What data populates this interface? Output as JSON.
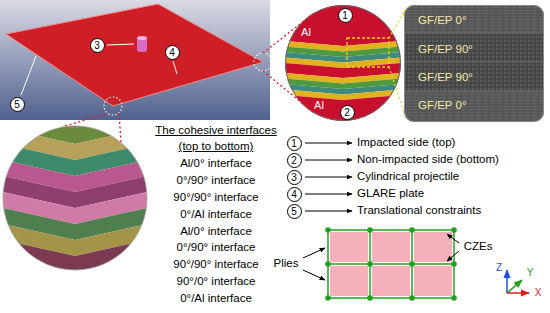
{
  "diagram": {
    "nodes": [
      {
        "text": [
          "3",
          "4",
          "5"
        ]
      },
      {
        "text": [
          "1",
          "Al",
          "Al",
          "2"
        ]
      },
      {
        "text": [
          "GF/EP 0°",
          "GF/EP 90°",
          "GF/EP 90°",
          "GF/EP 0°"
        ]
      }
    ],
    "edges": [
      {
        "from": 0,
        "to": 1,
        "arrow": "none"
      },
      {
        "from": 0,
        "to": 1,
        "arrow": "none"
      },
      {
        "from": 1,
        "to": 2,
        "arrow": "none"
      },
      {
        "from": 1,
        "to": 2,
        "arrow": "none"
      }
    ],
    "labels": [
      "The cohesive interfaces",
      "(top to bottom)",
      "Al/0° interface",
      "0°/90° interface",
      "90°/90° interface",
      "0°/Al interface",
      "Al/0° interface",
      "0°/90° interface",
      "90°/90° interface",
      "90°/0° interface",
      "0°/Al interface",
      "1",
      "Impacted side (top)",
      "2",
      "Non-impacted side (bottom)",
      "3",
      "Cylindrical projectile",
      "4",
      "GLARE plate",
      "5",
      "Translational constraints",
      "Plies",
      "CZEs",
      "Z",
      "Y",
      "X"
    ]
  }
}
